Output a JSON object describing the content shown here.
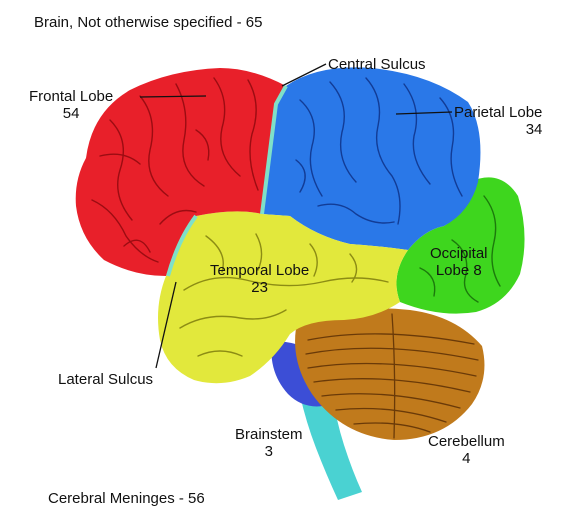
{
  "colors": {
    "frontal": "#e8202a",
    "frontal_dark": "#9c0c12",
    "parietal": "#2a78e8",
    "parietal_dark": "#123c96",
    "temporal": "#e2e83c",
    "temporal_dark": "#8c8c14",
    "occipital": "#3ed61e",
    "occipital_dark": "#1c7a0c",
    "cerebellum": "#c07a1c",
    "cerebellum_dark": "#6a3a08",
    "brainstem": "#3c4ed6",
    "spinal": "#4ad2d2",
    "sulcus": "#7fe0c8"
  },
  "labels": {
    "unspecified": "Brain, Not otherwise specified - 65",
    "central_sulcus": "Central Sulcus",
    "frontal_name": "Frontal Lobe",
    "frontal_count": "54",
    "parietal_name": "Parietal Lobe",
    "parietal_count": "34",
    "occipital_name": "Occipital",
    "occipital_line2": "Lobe 8",
    "temporal_name": "Temporal Lobe",
    "temporal_count": "23",
    "lateral_sulcus": "Lateral Sulcus",
    "brainstem_name": "Brainstem",
    "brainstem_count": "3",
    "cerebellum_name": "Cerebellum",
    "cerebellum_count": "4",
    "meninges": "Cerebral Meninges - 56"
  }
}
